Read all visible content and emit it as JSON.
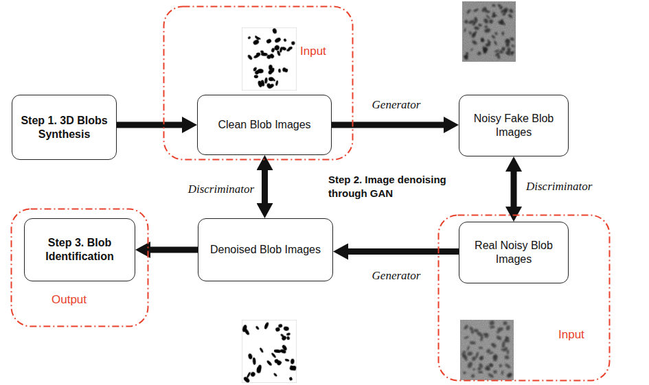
{
  "diagram": {
    "nodes": [
      {
        "text": [
          "Step 1. 3D Blobs Synthesis"
        ]
      },
      {
        "text": [
          "Input"
        ]
      },
      {
        "text": [
          "Clean Blob Images"
        ],
        "in": 1
      },
      {
        "text": [
          "Noisy Fake Blob Images"
        ]
      },
      {
        "text": [
          "Output"
        ]
      },
      {
        "text": [
          "Step 3. Blob Identification"
        ],
        "in": 4
      },
      {
        "text": [
          "Denoised Blob Images"
        ]
      },
      {
        "text": [
          "Input"
        ]
      },
      {
        "text": [
          "Real Noisy Blob Images"
        ],
        "in": 7
      }
    ],
    "edges": [
      {
        "from": 0,
        "to": 2,
        "arrow": "to"
      },
      {
        "from": 2,
        "to": 3,
        "label": "Generator",
        "arrow": "to"
      },
      {
        "from": 2,
        "to": 6,
        "label": "Discriminator",
        "arrow": "both"
      },
      {
        "from": 3,
        "to": 8,
        "label": "Discriminator",
        "arrow": "both"
      },
      {
        "from": 8,
        "to": 6,
        "label": "Generator",
        "arrow": "to"
      },
      {
        "from": 6,
        "to": 5,
        "arrow": "to"
      }
    ],
    "labels": [
      "Step 2. Image denoising through GAN"
    ]
  }
}
